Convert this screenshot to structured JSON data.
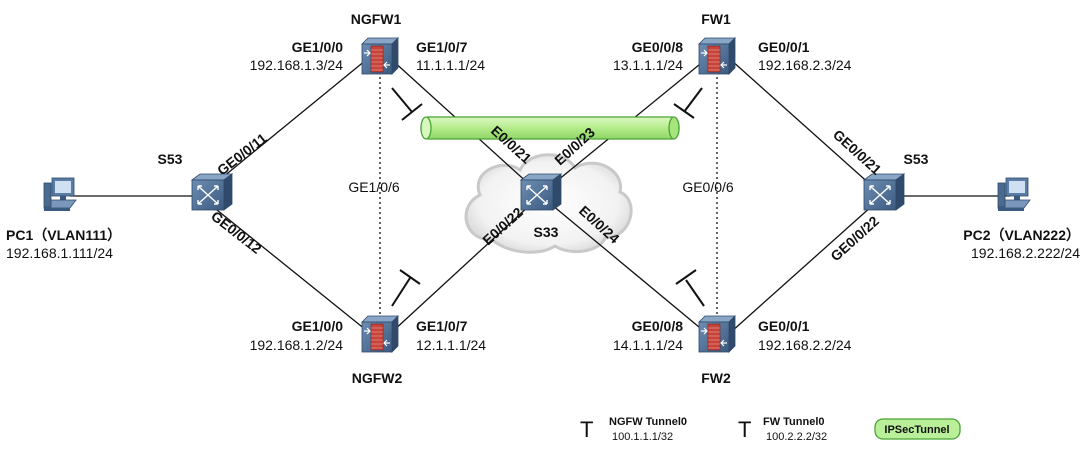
{
  "nodes": {
    "ngfw1": {
      "name": "NGFW1",
      "if_left": "GE1/0/0",
      "ip_left": "192.168.1.3/24",
      "if_right": "GE1/0/7",
      "ip_right": "11.1.1.1/24"
    },
    "ngfw2": {
      "name": "NGFW2",
      "if_left": "GE1/0/0",
      "ip_left": "192.168.1.2/24",
      "if_right": "GE1/0/7",
      "ip_right": "12.1.1.1/24"
    },
    "fw1": {
      "name": "FW1",
      "if_left": "GE0/0/8",
      "ip_left": "13.1.1.1/24",
      "if_right": "GE0/0/1",
      "ip_right": "192.168.2.3/24"
    },
    "fw2": {
      "name": "FW2",
      "if_left": "GE0/0/8",
      "ip_left": "14.1.1.1/24",
      "if_right": "GE0/0/1",
      "ip_right": "192.168.2.2/24"
    },
    "s53_left": {
      "name": "S53",
      "port_up": "GE0/0/11",
      "port_down": "GE0/0/12"
    },
    "s53_right": {
      "name": "S53",
      "port_up": "GE0/0/21",
      "port_down": "GE0/0/22"
    },
    "s33": {
      "name": "S33",
      "p21": "E0/0/21",
      "p23": "E0/0/23",
      "p22": "E0/0/22",
      "p24": "E0/0/24"
    },
    "pc1": {
      "name": "PC1（VLAN111）",
      "ip": "192.168.1.111/24"
    },
    "pc2": {
      "name": "PC2（VLAN222）",
      "ip": "192.168.2.222/24"
    }
  },
  "ha_links": {
    "left": "GE1/0/6",
    "right": "GE0/0/6"
  },
  "legend": {
    "ngfw_tunnel_title": "NGFW Tunnel0",
    "ngfw_tunnel_ip": "100.1.1.1/32",
    "fw_tunnel_title": "FW Tunnel0",
    "fw_tunnel_ip": "100.2.2.2/32",
    "ipsec_label": "IPSecTunnel",
    "tunnel_symbol": "T"
  },
  "colors": {
    "device_fill": "#4a6a8e",
    "device_dark": "#2f4a6b",
    "firewall_brick": "#c8433a",
    "ipsec_fill": "#b9ef98",
    "ipsec_stroke": "#4aa335",
    "cloud": "#e4e4e4"
  }
}
